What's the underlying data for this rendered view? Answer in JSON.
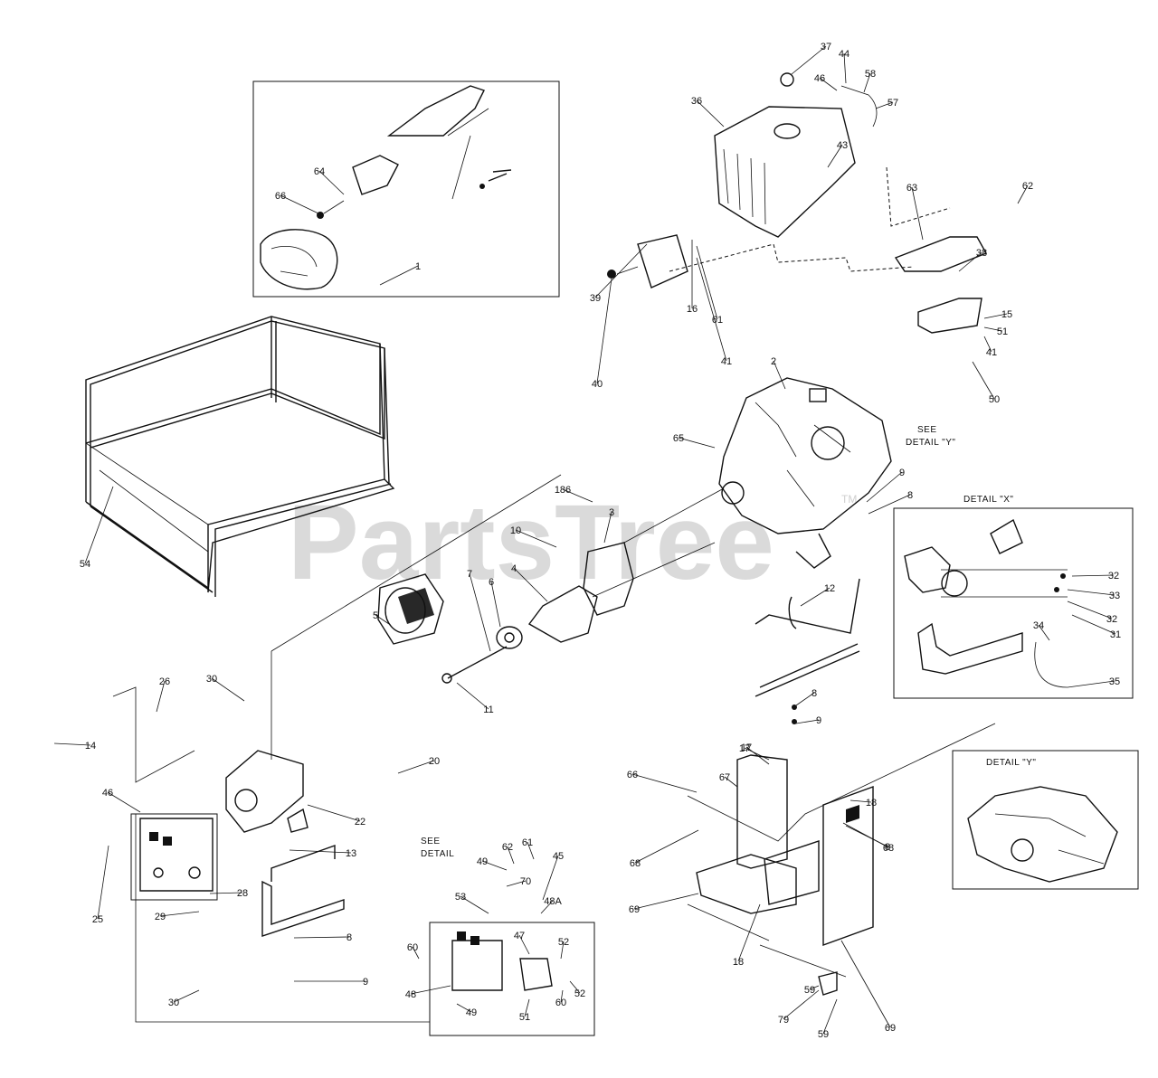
{
  "watermark": {
    "text": "PartsTree",
    "tm": "TM"
  },
  "annotations": {
    "see_detail_y_top": "SEE",
    "see_detail_y_bottom": "DETAIL \"Y\"",
    "see_detail_x_top": "SEE",
    "see_detail_x_bottom": "DETAIL",
    "detail_x_title": "DETAIL \"X\"",
    "detail_y_title": "DETAIL \"Y\""
  },
  "labels": [
    "37",
    "44",
    "46",
    "58",
    "57",
    "36",
    "43",
    "62",
    "63",
    "38",
    "39",
    "16",
    "61",
    "41",
    "40",
    "15",
    "51",
    "41",
    "50",
    "2",
    "65",
    "9",
    "8",
    "1",
    "54",
    "186",
    "3",
    "10",
    "4",
    "6",
    "7",
    "5",
    "11",
    "12",
    "8",
    "9",
    "32",
    "33",
    "32",
    "31",
    "34",
    "35",
    "26",
    "30",
    "14",
    "20",
    "22",
    "46",
    "13",
    "25",
    "28",
    "29",
    "30",
    "8",
    "9",
    "62",
    "61",
    "49",
    "70",
    "45",
    "48A",
    "53",
    "60",
    "47",
    "52",
    "48",
    "49",
    "51",
    "60",
    "52",
    "17",
    "67",
    "66",
    "18",
    "68",
    "68",
    "69",
    "18",
    "69",
    "59",
    "79",
    "59",
    "8",
    "17",
    "64",
    "66"
  ]
}
